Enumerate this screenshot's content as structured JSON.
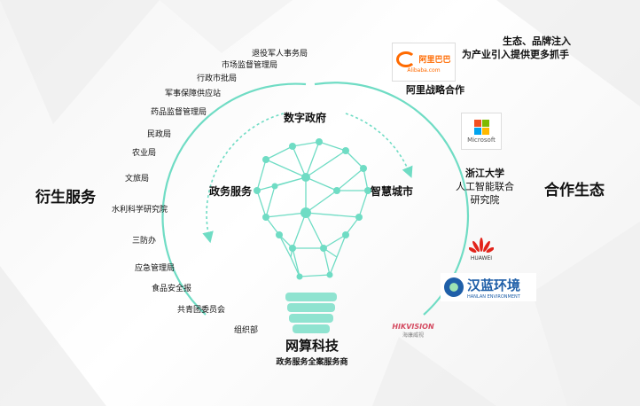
{
  "left_title": "衍生服务",
  "right_title": "合作生态",
  "agencies": [
    "退役军人事务局",
    "市场监督管理局",
    "行政市批局",
    "军事保障供应站",
    "药品监督管理局",
    "民政局",
    "农业局",
    "文旅局",
    "水利科学研究院",
    "三防办",
    "应急管理局",
    "食品安全报",
    "共青团委员会",
    "组织部"
  ],
  "arc": {
    "top": "数字政府",
    "left": "政务服务",
    "right": "智慧城市"
  },
  "company": {
    "name": "网算科技",
    "subtitle": "政务服务全案服务商"
  },
  "partners": {
    "alibaba": {
      "logo_text": "阿里巴巴",
      "logo_sub": "Alibaba.com",
      "caption": "阿里战略合作"
    },
    "alibaba_note_line1": "生态、品牌注入",
    "alibaba_note_line2": "为产业引入提供更多抓手",
    "microsoft": {
      "logo_text": "Microsoft"
    },
    "zju": {
      "line1": "浙江大学",
      "line2": "人工智能联合",
      "line3": "研究院"
    },
    "huawei": {
      "logo_text": "HUAWEI"
    },
    "hanlan": {
      "name": "汉蓝环境",
      "sub": "HANLAN ENVIRONMENT"
    },
    "hikvision": {
      "name": "HIKVISION",
      "sub": "海康威视"
    }
  },
  "colors": {
    "teal": "#6fdcc4",
    "teal_dark": "#4cc9ad",
    "alibaba": "#ff6a00",
    "huawei": "#e2231a",
    "hanlan": "#1f5fa8",
    "hik": "#c8102e"
  }
}
